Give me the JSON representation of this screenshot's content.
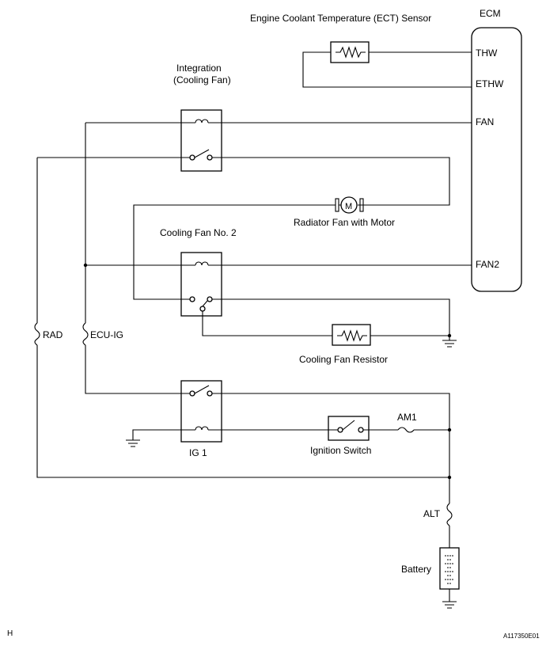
{
  "labels": {
    "ect_sensor": "Engine Coolant Temperature (ECT) Sensor",
    "ecm": "ECM",
    "thw": "THW",
    "ethw": "ETHW",
    "fan": "FAN",
    "fan2": "FAN2",
    "integration_line1": "Integration",
    "integration_line2": "(Cooling Fan)",
    "radiator_fan": "Radiator Fan with Motor",
    "motor_symbol": "M",
    "cooling_fan_no2": "Cooling Fan No. 2",
    "cooling_fan_resistor": "Cooling Fan Resistor",
    "rad": "RAD",
    "ecu_ig": "ECU-IG",
    "ig1": "IG 1",
    "ignition_switch": "Ignition Switch",
    "am1": "AM1",
    "alt": "ALT",
    "battery": "Battery",
    "corner_letter": "H",
    "figure_code": "A117350E01"
  }
}
